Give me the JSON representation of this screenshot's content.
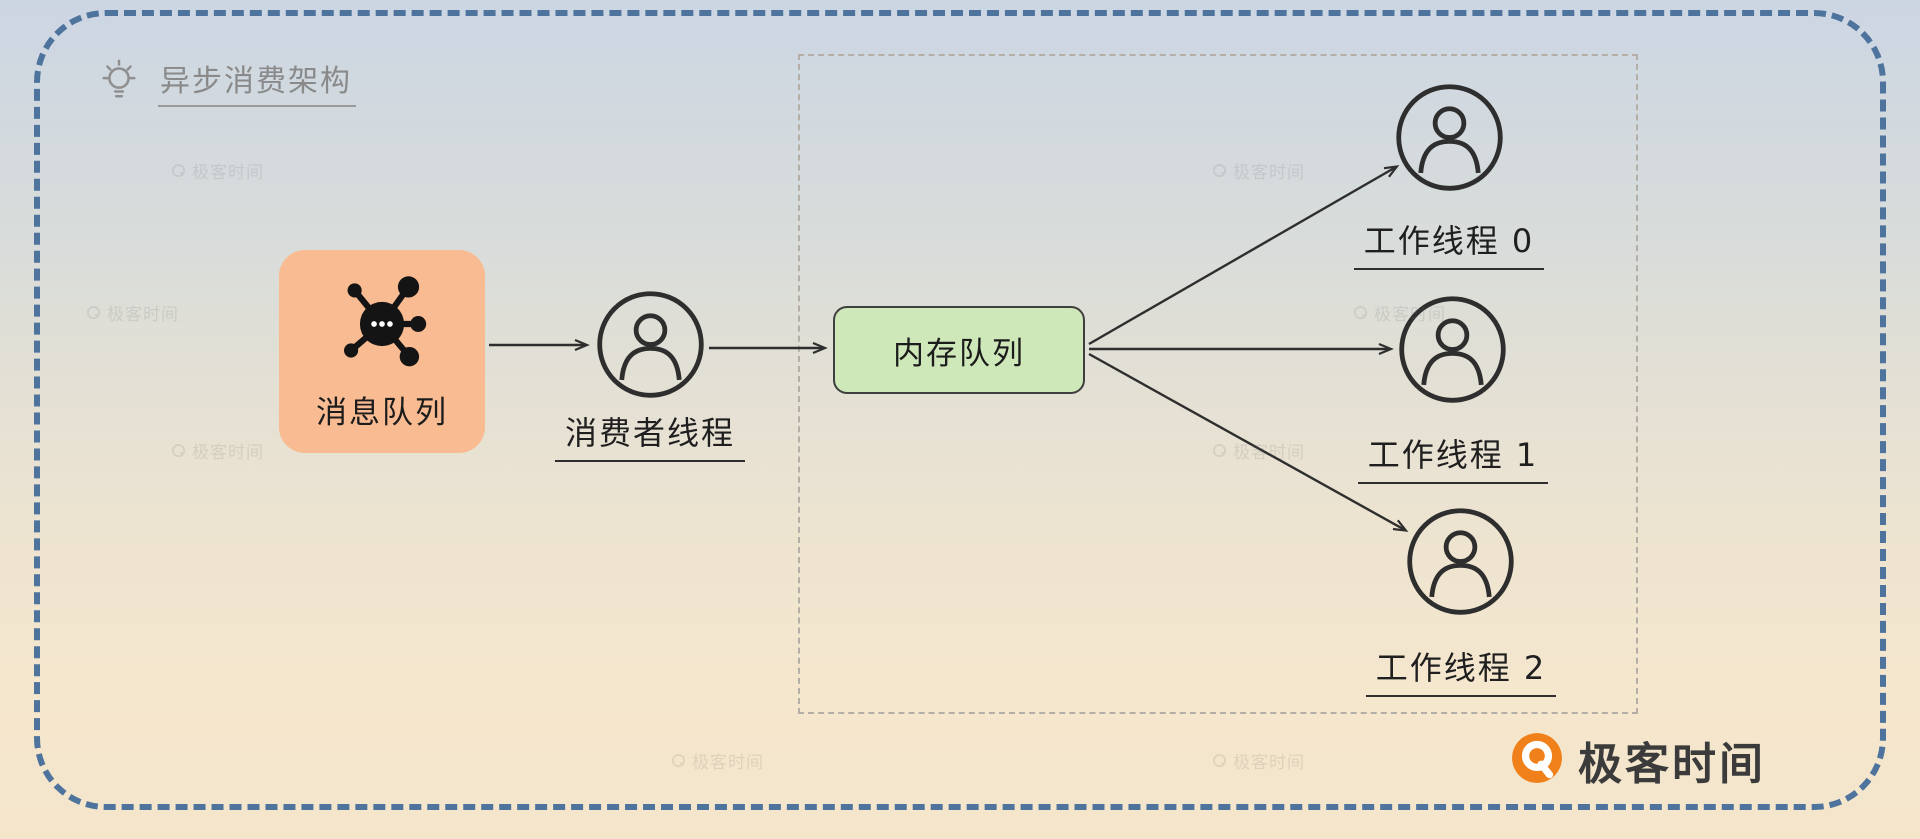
{
  "diagram": {
    "title": "异步消费架构",
    "message_queue_label": "消息队列",
    "consumer_label": "消费者线程",
    "memory_queue_label": "内存队列",
    "workers": [
      {
        "label": "工作线程 0"
      },
      {
        "label": "工作线程 1"
      },
      {
        "label": "工作线程 2"
      }
    ]
  },
  "branding": {
    "logo_text": "极客时间",
    "watermark_text": "极客时间"
  },
  "colors": {
    "border_blue": "#4e739c",
    "box_orange": "#f8bb92",
    "box_green": "#cfe8ba",
    "arrow": "#2e2e2e",
    "title_gray": "#8a8a8a",
    "logo_orange": "#f0801a"
  }
}
